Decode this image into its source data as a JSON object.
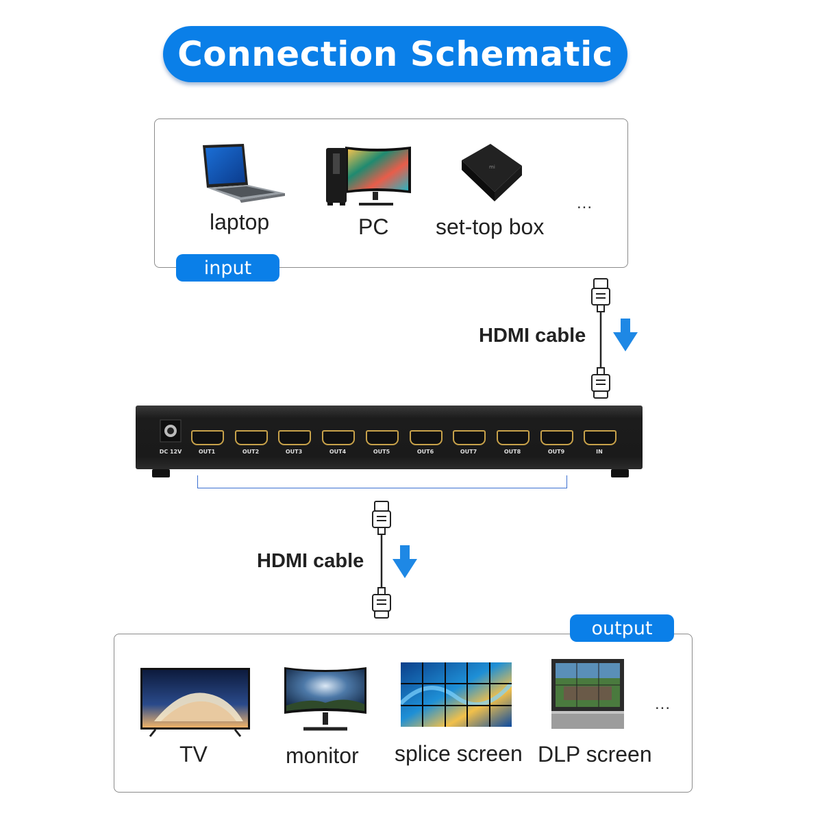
{
  "title": "Connection Schematic",
  "input": {
    "tag": "input",
    "devices": [
      {
        "label": "laptop",
        "icon": "laptop-icon"
      },
      {
        "label": "PC",
        "icon": "pc-icon"
      },
      {
        "label": "set-top box",
        "icon": "set-top-box-icon"
      }
    ],
    "more": "..."
  },
  "cables": {
    "top_label": "HDMI cable",
    "bottom_label": "HDMI cable",
    "arrow_color": "#1e88e5"
  },
  "splitter": {
    "power_label": "DC 12V",
    "ports": [
      "OUT1",
      "OUT2",
      "OUT3",
      "OUT4",
      "OUT5",
      "OUT6",
      "OUT7",
      "OUT8",
      "OUT9",
      "IN"
    ]
  },
  "output": {
    "tag": "output",
    "devices": [
      {
        "label": "TV",
        "icon": "tv-icon"
      },
      {
        "label": "monitor",
        "icon": "monitor-icon"
      },
      {
        "label": "splice screen",
        "icon": "splice-screen-icon"
      },
      {
        "label": "DLP screen",
        "icon": "dlp-screen-icon"
      }
    ],
    "more": "..."
  },
  "colors": {
    "accent": "#0a7fe8",
    "panel_border": "#8a8a8a",
    "device_body": "#1c1c1c"
  }
}
